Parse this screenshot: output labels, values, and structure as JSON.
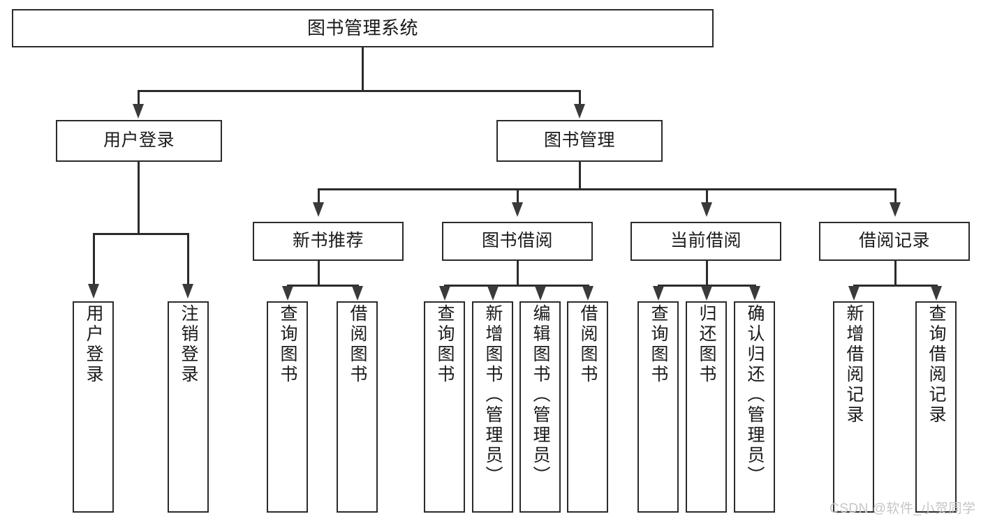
{
  "diagram": {
    "title": "图书管理系统",
    "type": "hierarchy-tree",
    "watermark": "CSDN @软件_小贺同学",
    "colors": {
      "stroke": "#2b2b2b",
      "fill": "#ffffff",
      "text": "#1a1a1a",
      "watermark": "#c6c6c6"
    },
    "levels": {
      "root": "图书管理系统",
      "level2": [
        "用户登录",
        "图书管理"
      ],
      "level3": [
        "新书推荐",
        "图书借阅",
        "当前借阅",
        "借阅记录"
      ]
    },
    "nodes": {
      "root": "图书管理系统",
      "user_login": "用户登录",
      "book_manage": "图书管理",
      "new_book_rec": "新书推荐",
      "book_borrow": "图书借阅",
      "current_borrow": "当前借阅",
      "borrow_record": "借阅记录"
    },
    "leaves": {
      "user_login": [
        "用户登录",
        "注销登录"
      ],
      "new_book_rec": [
        "查询图书",
        "借阅图书"
      ],
      "book_borrow": [
        "查询图书",
        "新增图书（管理员）",
        "编辑图书（管理员）",
        "借阅图书"
      ],
      "current_borrow": [
        "查询图书",
        "归还图书",
        "确认归还（管理员）"
      ],
      "borrow_record": [
        "新增借阅记录",
        "查询借阅记录"
      ]
    }
  }
}
